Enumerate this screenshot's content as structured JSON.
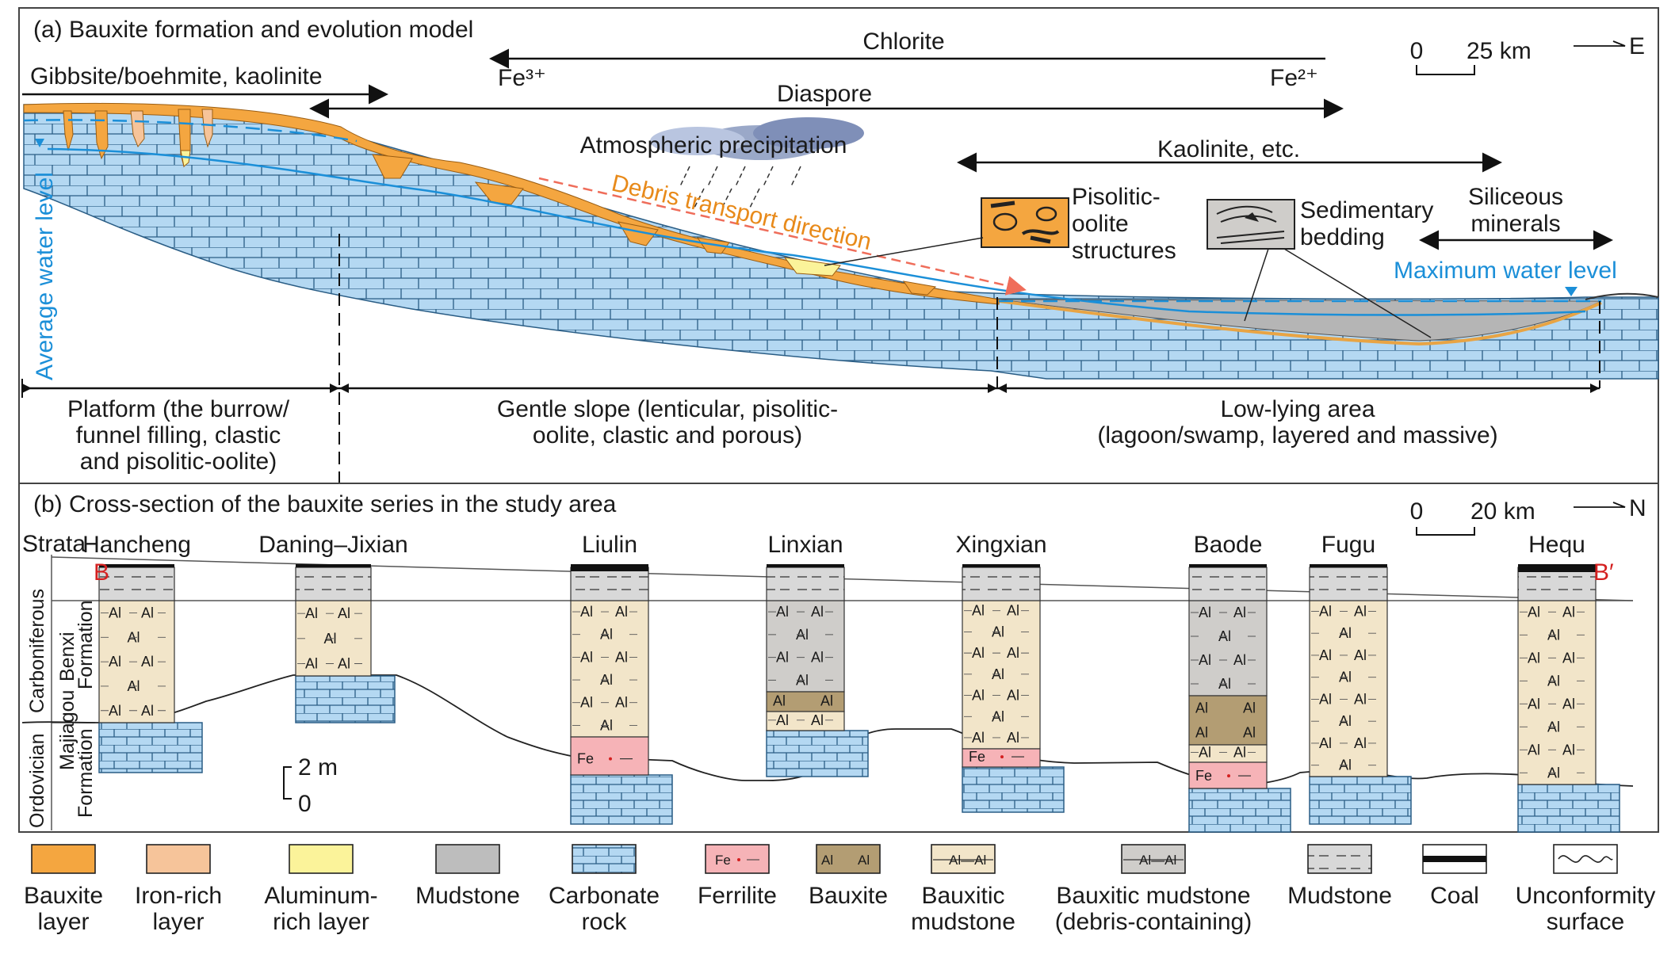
{
  "panel_a": {
    "title": "(a) Bauxite formation and evolution model",
    "chlorite": "Chlorite",
    "fe3": "Fe³⁺",
    "fe2": "Fe²⁺",
    "gibbsite": "Gibbsite/boehmite, kaolinite",
    "diaspore": "Diaspore",
    "kaolinite": "Kaolinite, etc.",
    "siliceous": [
      "Siliceous",
      "minerals"
    ],
    "atmospheric": "Atmospheric precipitation",
    "debris": "Debris transport direction",
    "pisolitic": [
      "Pisolitic-",
      "oolite",
      "structures"
    ],
    "sedimentary": [
      "Sedimentary",
      "bedding"
    ],
    "max_water": "Maximum water level",
    "avg_water": "Average water level",
    "scale": {
      "zero": "0",
      "value": "25 km"
    },
    "direction": "E",
    "zones": [
      [
        "Platform (the burrow/",
        "funnel filling, clastic",
        "and pisolitic-oolite)"
      ],
      [
        "Gentle slope (lenticular, pisolitic-",
        "oolite, clastic and porous)"
      ],
      [
        "Low-lying area",
        "(lagoon/swamp, layered and massive)"
      ]
    ]
  },
  "panel_b": {
    "title": "(b) Cross-section of the bauxite series in the study area",
    "scale": {
      "zero": "0",
      "value": "20 km"
    },
    "direction": "N",
    "strata_header": "Strata",
    "marker_b": "B",
    "marker_b_prime": "B′",
    "carboniferous": "Carboniferous",
    "benxi": [
      "Benxi",
      "Formation"
    ],
    "ordovician": "Ordovician",
    "majiagou": [
      "Majiagou",
      "Formation"
    ],
    "vscale": {
      "top": "2 m",
      "bottom": "0"
    },
    "sections": [
      "Hancheng",
      "Daning–Jixian",
      "Liulin",
      "Linxian",
      "Xingxian",
      "Baode",
      "Fugu",
      "Hequ"
    ],
    "al_symbol": "Al",
    "fe_symbol": "Fe"
  },
  "legend": [
    {
      "label": [
        "Bauxite",
        "layer"
      ],
      "color": "#f4a640"
    },
    {
      "label": [
        "Iron-rich",
        "layer"
      ],
      "color": "#f6c49a"
    },
    {
      "label": [
        "Aluminum-",
        "rich layer"
      ],
      "color": "#fbf39a"
    },
    {
      "label": [
        "Mudstone"
      ],
      "color": "#bdbdbd"
    },
    {
      "label": [
        "Carbonate",
        "rock"
      ],
      "color": "#b4d8f2"
    },
    {
      "label": [
        "Ferrilite"
      ],
      "color": "#f6b3b7"
    },
    {
      "label": [
        "Bauxite"
      ],
      "color": "#b39d73"
    },
    {
      "label": [
        "Bauxitic",
        "mudstone"
      ],
      "color": "#f2e5c9"
    },
    {
      "label": [
        "Bauxitic mudstone",
        "(debris-containing)"
      ],
      "color": "#cfcdca"
    },
    {
      "label": [
        "Mudstone"
      ],
      "color": "#d8d8d8"
    },
    {
      "label": [
        "Coal"
      ],
      "color": "#111111"
    },
    {
      "label": [
        "Unconformity",
        "surface"
      ],
      "color": "#ffffff"
    }
  ],
  "colors": {
    "water_line": "#1b8fd8",
    "debris_arrow": "#ef6d5a",
    "carbonate": "#b4d8f2",
    "bauxite": "#f4a640",
    "marker": "#d42020"
  }
}
